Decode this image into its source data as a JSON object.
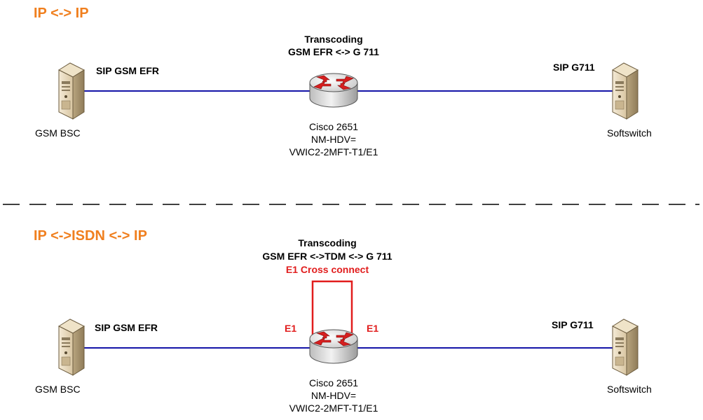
{
  "top": {
    "title": "IP <-> IP",
    "transcoding_title": "Transcoding",
    "transcoding_detail": "GSM EFR <-> G 711",
    "left_link_label": "SIP GSM EFR",
    "right_link_label": "SIP G711",
    "left_node": "GSM BSC",
    "right_node": "Softswitch",
    "router": [
      "Cisco 2651",
      "NM-HDV=",
      "VWIC2-2MFT-T1/E1"
    ]
  },
  "bottom": {
    "title": "IP <->ISDN <-> IP",
    "transcoding_title": "Transcoding",
    "transcoding_detail": "GSM EFR <->TDM <-> G 711",
    "cross_connect": "E1 Cross connect",
    "e1_left": "E1",
    "e1_right": "E1",
    "left_link_label": "SIP GSM EFR",
    "right_link_label": "SIP G711",
    "left_node": "GSM BSC",
    "right_node": "Softswitch",
    "router": [
      "Cisco 2651",
      "NM-HDV=",
      "VWIC2-2MFT-T1/E1"
    ]
  },
  "colors": {
    "section_title": "#f07f1e",
    "link_line": "#1414a8",
    "cross_connect": "#e11d1d",
    "divider": "#000000"
  },
  "icons": [
    "server-icon",
    "router-icon"
  ]
}
